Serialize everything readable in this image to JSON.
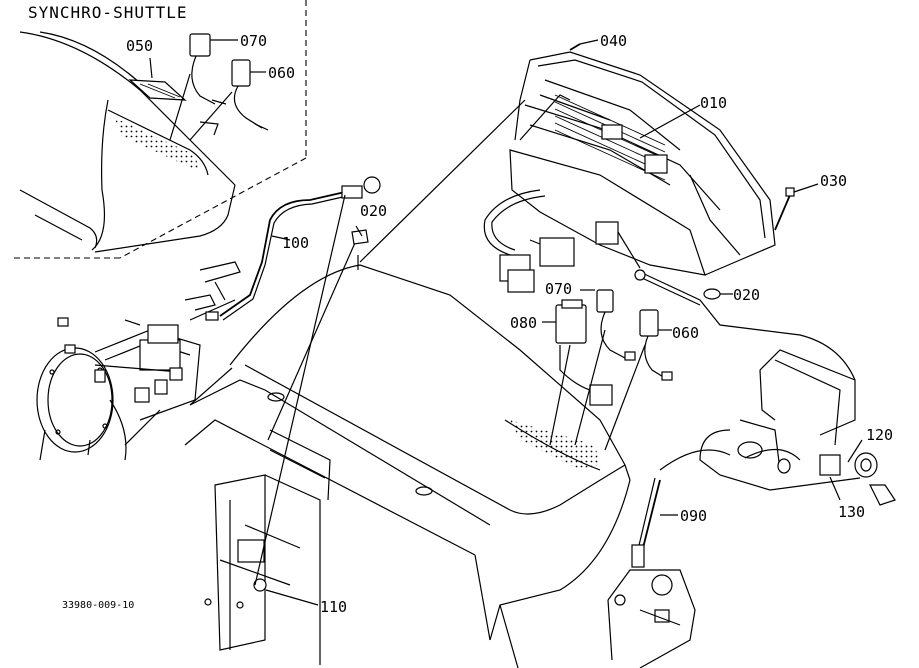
{
  "inset": {
    "title": "SYNCHRO-SHUTTLE"
  },
  "labels": {
    "p010": "010",
    "p020a": "020",
    "p020b": "020",
    "p030": "030",
    "p040": "040",
    "p050": "050",
    "p060a": "060",
    "p060b": "060",
    "p070a": "070",
    "p070b": "070",
    "p080": "080",
    "p090": "090",
    "p100": "100",
    "p110": "110",
    "p120": "120",
    "p130": "130"
  },
  "figure_code": "33980-009-10"
}
